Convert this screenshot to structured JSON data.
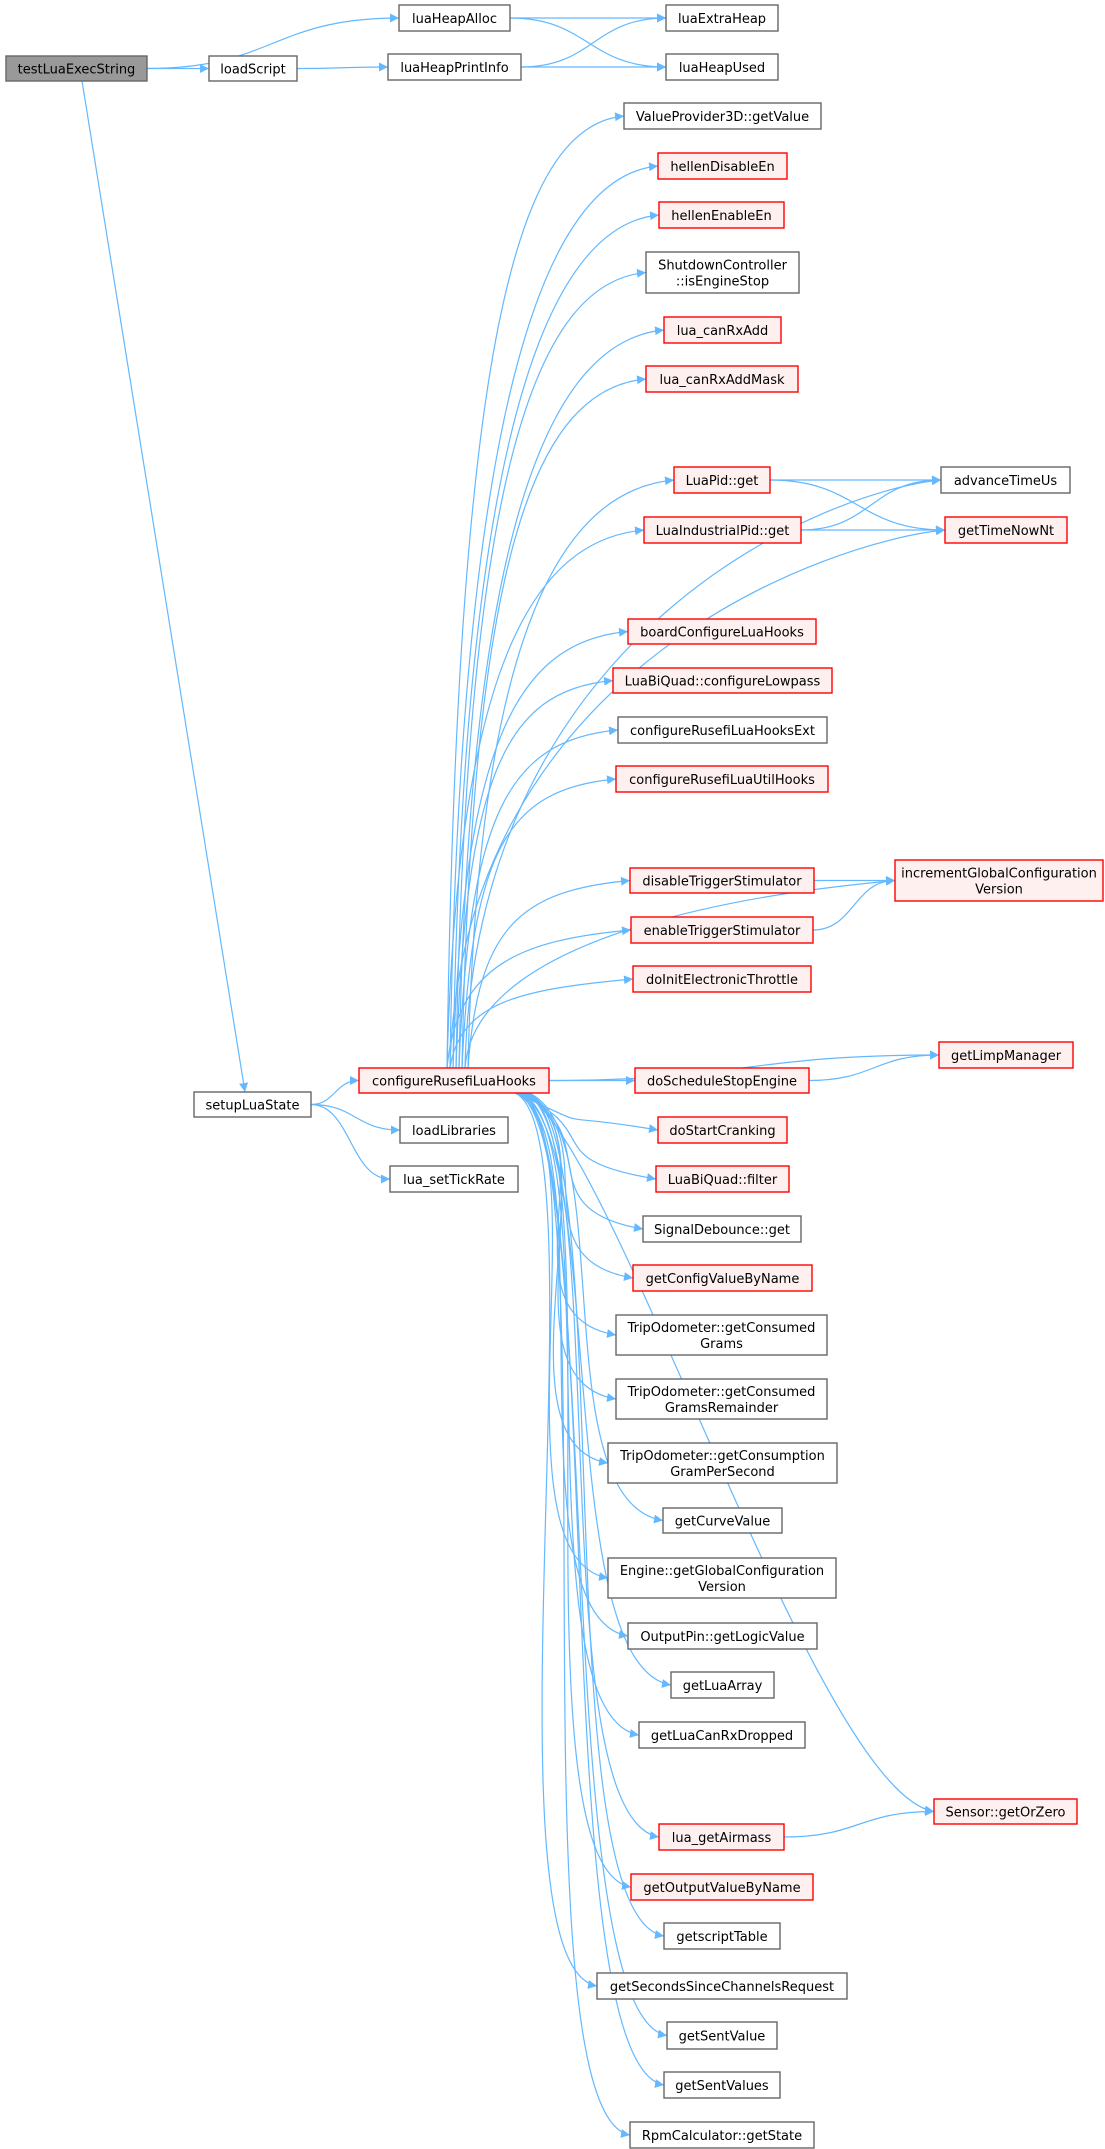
{
  "colors": {
    "edge": "#63b8ff",
    "root_fill": "#999999",
    "root_border": "#666666",
    "red_fill": "#fff0f0",
    "red_border": "#ff0000",
    "normal_fill": "#ffffff",
    "normal_border": "#666666"
  },
  "nodes": [
    {
      "id": "testLuaExecString",
      "lines": [
        "testLuaExecString"
      ],
      "kind": "root"
    },
    {
      "id": "luaHeapAlloc",
      "lines": [
        "luaHeapAlloc"
      ],
      "kind": "normal"
    },
    {
      "id": "loadScript",
      "lines": [
        "loadScript"
      ],
      "kind": "normal"
    },
    {
      "id": "luaHeapPrintInfo",
      "lines": [
        "luaHeapPrintInfo"
      ],
      "kind": "normal"
    },
    {
      "id": "luaExtraHeap",
      "lines": [
        "luaExtraHeap"
      ],
      "kind": "normal"
    },
    {
      "id": "luaHeapUsed",
      "lines": [
        "luaHeapUsed"
      ],
      "kind": "normal"
    },
    {
      "id": "setupLuaState",
      "lines": [
        "setupLuaState"
      ],
      "kind": "normal"
    },
    {
      "id": "configureRusefiLuaHooks",
      "lines": [
        "configureRusefiLuaHooks"
      ],
      "kind": "red"
    },
    {
      "id": "loadLibraries",
      "lines": [
        "loadLibraries"
      ],
      "kind": "normal"
    },
    {
      "id": "lua_setTickRate",
      "lines": [
        "lua_setTickRate"
      ],
      "kind": "normal"
    },
    {
      "id": "ValueProvider3D",
      "lines": [
        "ValueProvider3D::getValue"
      ],
      "kind": "normal"
    },
    {
      "id": "hellenDisableEn",
      "lines": [
        "hellenDisableEn"
      ],
      "kind": "red"
    },
    {
      "id": "hellenEnableEn",
      "lines": [
        "hellenEnableEn"
      ],
      "kind": "red"
    },
    {
      "id": "isEngineStop",
      "lines": [
        "ShutdownController",
        "::isEngineStop"
      ],
      "kind": "normal"
    },
    {
      "id": "lua_canRxAdd",
      "lines": [
        "lua_canRxAdd"
      ],
      "kind": "red"
    },
    {
      "id": "lua_canRxAddMask",
      "lines": [
        "lua_canRxAddMask"
      ],
      "kind": "red"
    },
    {
      "id": "LuaPidGet",
      "lines": [
        "LuaPid::get"
      ],
      "kind": "red"
    },
    {
      "id": "advanceTimeUs",
      "lines": [
        "advanceTimeUs"
      ],
      "kind": "normal"
    },
    {
      "id": "LuaIndustrialPidGet",
      "lines": [
        "LuaIndustrialPid::get"
      ],
      "kind": "red"
    },
    {
      "id": "getTimeNowNt",
      "lines": [
        "getTimeNowNt"
      ],
      "kind": "red"
    },
    {
      "id": "boardConfigureLuaHooks",
      "lines": [
        "boardConfigureLuaHooks"
      ],
      "kind": "red"
    },
    {
      "id": "configureLowpass",
      "lines": [
        "LuaBiQuad::configureLowpass"
      ],
      "kind": "red"
    },
    {
      "id": "configureRusefiLuaHooksExt",
      "lines": [
        "configureRusefiLuaHooksExt"
      ],
      "kind": "normal"
    },
    {
      "id": "configureRusefiLuaUtilHooks",
      "lines": [
        "configureRusefiLuaUtilHooks"
      ],
      "kind": "red"
    },
    {
      "id": "incrementGlobalConfigurationVersion",
      "lines": [
        "incrementGlobalConfiguration",
        "Version"
      ],
      "kind": "red"
    },
    {
      "id": "disableTriggerStimulator",
      "lines": [
        "disableTriggerStimulator"
      ],
      "kind": "red"
    },
    {
      "id": "enableTriggerStimulator",
      "lines": [
        "enableTriggerStimulator"
      ],
      "kind": "red"
    },
    {
      "id": "doInitElectronicThrottle",
      "lines": [
        "doInitElectronicThrottle"
      ],
      "kind": "red"
    },
    {
      "id": "getLimpManager",
      "lines": [
        "getLimpManager"
      ],
      "kind": "red"
    },
    {
      "id": "doScheduleStopEngine",
      "lines": [
        "doScheduleStopEngine"
      ],
      "kind": "red"
    },
    {
      "id": "doStartCranking",
      "lines": [
        "doStartCranking"
      ],
      "kind": "red"
    },
    {
      "id": "LuaBiQuadFilter",
      "lines": [
        "LuaBiQuad::filter"
      ],
      "kind": "red"
    },
    {
      "id": "SignalDebounceGet",
      "lines": [
        "SignalDebounce::get"
      ],
      "kind": "normal"
    },
    {
      "id": "getConfigValueByName",
      "lines": [
        "getConfigValueByName"
      ],
      "kind": "red"
    },
    {
      "id": "getConsumedGrams",
      "lines": [
        "TripOdometer::getConsumed",
        "Grams"
      ],
      "kind": "normal"
    },
    {
      "id": "getConsumedGramsRemainder",
      "lines": [
        "TripOdometer::getConsumed",
        "GramsRemainder"
      ],
      "kind": "normal"
    },
    {
      "id": "getConsumptionGramPerSecond",
      "lines": [
        "TripOdometer::getConsumption",
        "GramPerSecond"
      ],
      "kind": "normal"
    },
    {
      "id": "getCurveValue",
      "lines": [
        "getCurveValue"
      ],
      "kind": "normal"
    },
    {
      "id": "getGlobalConfigurationVersion",
      "lines": [
        "Engine::getGlobalConfiguration",
        "Version"
      ],
      "kind": "normal"
    },
    {
      "id": "getLogicValue",
      "lines": [
        "OutputPin::getLogicValue"
      ],
      "kind": "normal"
    },
    {
      "id": "getLuaArray",
      "lines": [
        "getLuaArray"
      ],
      "kind": "normal"
    },
    {
      "id": "getLuaCanRxDropped",
      "lines": [
        "getLuaCanRxDropped"
      ],
      "kind": "normal"
    },
    {
      "id": "SensorGetOrZero",
      "lines": [
        "Sensor::getOrZero"
      ],
      "kind": "red"
    },
    {
      "id": "lua_getAirmass",
      "lines": [
        "lua_getAirmass"
      ],
      "kind": "red"
    },
    {
      "id": "getOutputValueByName",
      "lines": [
        "getOutputValueByName"
      ],
      "kind": "red"
    },
    {
      "id": "getscriptTable",
      "lines": [
        "getscriptTable"
      ],
      "kind": "normal"
    },
    {
      "id": "getSecondsSinceChannelsRequest",
      "lines": [
        "getSecondsSinceChannelsRequest"
      ],
      "kind": "normal"
    },
    {
      "id": "getSentValue",
      "lines": [
        "getSentValue"
      ],
      "kind": "normal"
    },
    {
      "id": "getSentValues",
      "lines": [
        "getSentValues"
      ],
      "kind": "normal"
    },
    {
      "id": "RpmCalculatorGetState",
      "lines": [
        "RpmCalculator::getState"
      ],
      "kind": "normal"
    }
  ],
  "edges": [
    [
      "testLuaExecString",
      "luaHeapAlloc"
    ],
    [
      "testLuaExecString",
      "loadScript"
    ],
    [
      "testLuaExecString",
      "setupLuaState"
    ],
    [
      "luaHeapAlloc",
      "luaExtraHeap"
    ],
    [
      "luaHeapAlloc",
      "luaHeapUsed"
    ],
    [
      "loadScript",
      "luaHeapPrintInfo"
    ],
    [
      "luaHeapPrintInfo",
      "luaExtraHeap"
    ],
    [
      "luaHeapPrintInfo",
      "luaHeapUsed"
    ],
    [
      "setupLuaState",
      "configureRusefiLuaHooks"
    ],
    [
      "setupLuaState",
      "loadLibraries"
    ],
    [
      "setupLuaState",
      "lua_setTickRate"
    ],
    [
      "configureRusefiLuaHooks",
      "ValueProvider3D"
    ],
    [
      "configureRusefiLuaHooks",
      "hellenDisableEn"
    ],
    [
      "configureRusefiLuaHooks",
      "hellenEnableEn"
    ],
    [
      "configureRusefiLuaHooks",
      "isEngineStop"
    ],
    [
      "configureRusefiLuaHooks",
      "lua_canRxAdd"
    ],
    [
      "configureRusefiLuaHooks",
      "lua_canRxAddMask"
    ],
    [
      "configureRusefiLuaHooks",
      "advanceTimeUs"
    ],
    [
      "configureRusefiLuaHooks",
      "LuaPidGet"
    ],
    [
      "configureRusefiLuaHooks",
      "LuaIndustrialPidGet"
    ],
    [
      "configureRusefiLuaHooks",
      "getTimeNowNt"
    ],
    [
      "configureRusefiLuaHooks",
      "boardConfigureLuaHooks"
    ],
    [
      "configureRusefiLuaHooks",
      "configureLowpass"
    ],
    [
      "configureRusefiLuaHooks",
      "configureRusefiLuaHooksExt"
    ],
    [
      "configureRusefiLuaHooks",
      "configureRusefiLuaUtilHooks"
    ],
    [
      "configureRusefiLuaHooks",
      "incrementGlobalConfigurationVersion"
    ],
    [
      "configureRusefiLuaHooks",
      "disableTriggerStimulator"
    ],
    [
      "configureRusefiLuaHooks",
      "enableTriggerStimulator"
    ],
    [
      "configureRusefiLuaHooks",
      "doInitElectronicThrottle"
    ],
    [
      "configureRusefiLuaHooks",
      "getLimpManager"
    ],
    [
      "configureRusefiLuaHooks",
      "doScheduleStopEngine"
    ],
    [
      "configureRusefiLuaHooks",
      "doStartCranking"
    ],
    [
      "configureRusefiLuaHooks",
      "LuaBiQuadFilter"
    ],
    [
      "configureRusefiLuaHooks",
      "SignalDebounceGet"
    ],
    [
      "configureRusefiLuaHooks",
      "getConfigValueByName"
    ],
    [
      "configureRusefiLuaHooks",
      "getConsumedGrams"
    ],
    [
      "configureRusefiLuaHooks",
      "getConsumedGramsRemainder"
    ],
    [
      "configureRusefiLuaHooks",
      "getConsumptionGramPerSecond"
    ],
    [
      "configureRusefiLuaHooks",
      "getCurveValue"
    ],
    [
      "configureRusefiLuaHooks",
      "getGlobalConfigurationVersion"
    ],
    [
      "configureRusefiLuaHooks",
      "getLogicValue"
    ],
    [
      "configureRusefiLuaHooks",
      "getLuaArray"
    ],
    [
      "configureRusefiLuaHooks",
      "getLuaCanRxDropped"
    ],
    [
      "configureRusefiLuaHooks",
      "SensorGetOrZero"
    ],
    [
      "configureRusefiLuaHooks",
      "lua_getAirmass"
    ],
    [
      "configureRusefiLuaHooks",
      "getOutputValueByName"
    ],
    [
      "configureRusefiLuaHooks",
      "getscriptTable"
    ],
    [
      "configureRusefiLuaHooks",
      "getSecondsSinceChannelsRequest"
    ],
    [
      "configureRusefiLuaHooks",
      "getSentValue"
    ],
    [
      "configureRusefiLuaHooks",
      "getSentValues"
    ],
    [
      "configureRusefiLuaHooks",
      "RpmCalculatorGetState"
    ],
    [
      "LuaPidGet",
      "advanceTimeUs"
    ],
    [
      "LuaPidGet",
      "getTimeNowNt"
    ],
    [
      "LuaIndustrialPidGet",
      "advanceTimeUs"
    ],
    [
      "LuaIndustrialPidGet",
      "getTimeNowNt"
    ],
    [
      "disableTriggerStimulator",
      "incrementGlobalConfigurationVersion"
    ],
    [
      "enableTriggerStimulator",
      "incrementGlobalConfigurationVersion"
    ],
    [
      "doScheduleStopEngine",
      "getLimpManager"
    ],
    [
      "lua_getAirmass",
      "SensorGetOrZero"
    ]
  ]
}
